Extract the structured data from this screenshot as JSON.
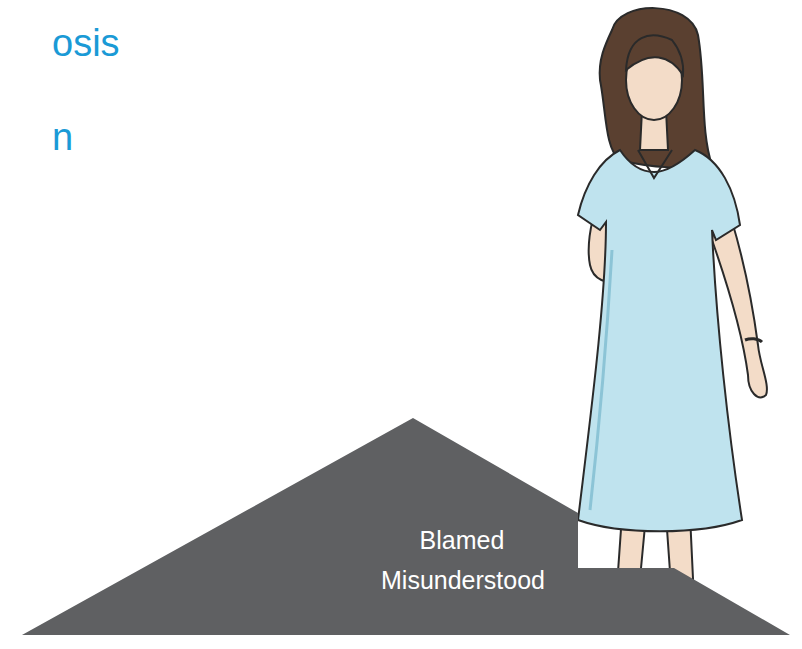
{
  "diagram": {
    "nodes": [
      {
        "text": [
          "Blamed",
          "Misunderstood"
        ]
      }
    ],
    "labels": [
      "osis",
      "n"
    ]
  }
}
